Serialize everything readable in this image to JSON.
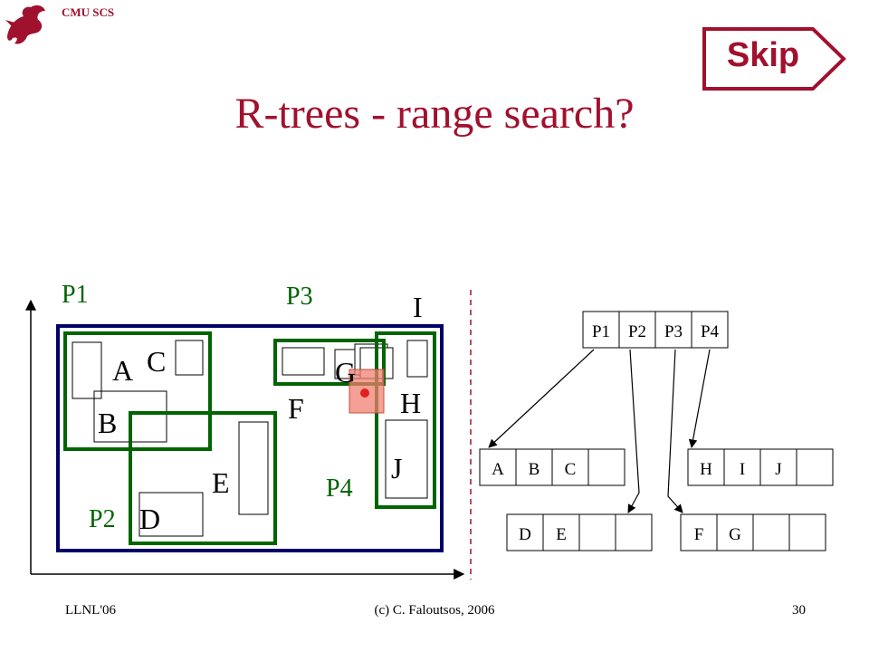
{
  "header": {
    "logo_text": "CMU SCS",
    "skip_label": "Skip"
  },
  "title": "R-trees - range search?",
  "colors": {
    "brand": "#a0112e",
    "node_box": "#006400",
    "root_box": "#000066",
    "query": "#f08070"
  },
  "diagram": {
    "labels": {
      "P1": "P1",
      "P2": "P2",
      "P3": "P3",
      "P4": "P4",
      "A": "A",
      "B": "B",
      "C": "C",
      "D": "D",
      "E": "E",
      "F": "F",
      "G": "G",
      "H": "H",
      "I": "I",
      "J": "J"
    },
    "root_node": [
      "P1",
      "P2",
      "P3",
      "P4"
    ],
    "leaf_abc": [
      "A",
      "B",
      "C",
      ""
    ],
    "leaf_hij": [
      "H",
      "I",
      "J",
      ""
    ],
    "leaf_de": [
      "D",
      "E",
      "",
      ""
    ],
    "leaf_fg": [
      "F",
      "G",
      "",
      ""
    ]
  },
  "footer": {
    "left": "LLNL'06",
    "center": "(c) C. Faloutsos, 2006",
    "page": "30"
  }
}
